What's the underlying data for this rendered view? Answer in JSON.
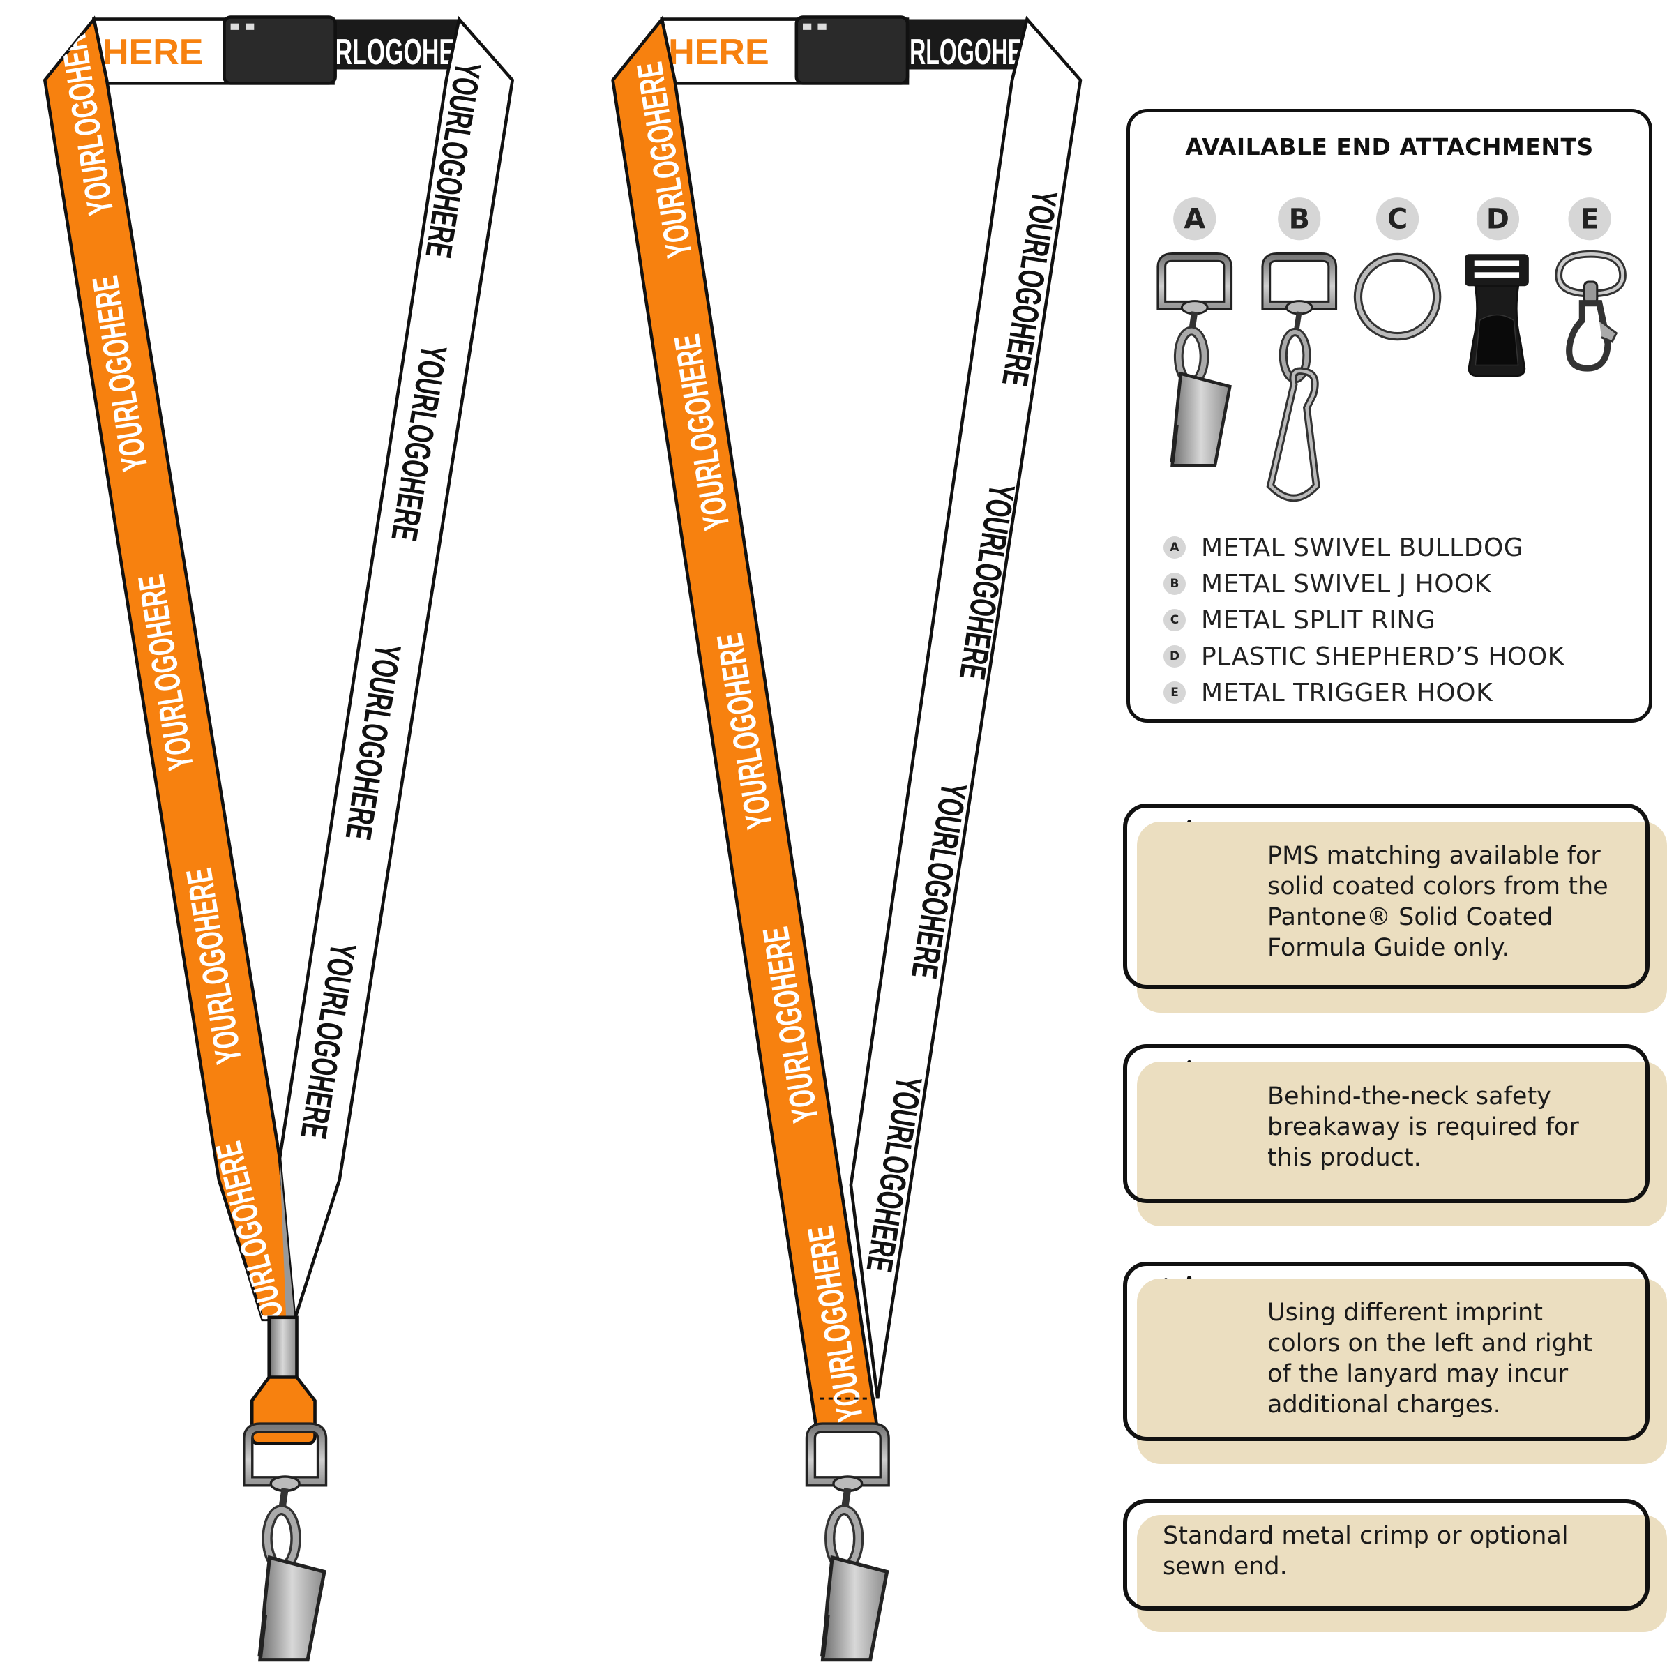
{
  "colors": {
    "orange": "#f7810f",
    "black": "#111111",
    "beige": "#ebdec0",
    "warning_yellow": "#f9b21b",
    "metal": "#9a9a9a"
  },
  "lanyards": [
    {
      "imprint_text": "YOURLOGOHERE",
      "top_left_fragment": "HERE",
      "top_right_fragment": "RLOGOHE",
      "end": "metal-crimp",
      "attachment": "metal swivel bulldog"
    },
    {
      "imprint_text": "YOURLOGOHERE",
      "top_left_fragment": "HERE",
      "top_right_fragment": "RLOGOHE",
      "end": "sewn-end",
      "attachment": "metal swivel bulldog"
    }
  ],
  "attachments": {
    "title": "AVAILABLE END ATTACHMENTS",
    "items": [
      {
        "letter": "A",
        "label": "METAL SWIVEL BULLDOG",
        "icon": "bulldog-clip-icon"
      },
      {
        "letter": "B",
        "label": "METAL SWIVEL J HOOK",
        "icon": "j-hook-icon"
      },
      {
        "letter": "C",
        "label": "METAL SPLIT RING",
        "icon": "split-ring-icon"
      },
      {
        "letter": "D",
        "label": "PLASTIC SHEPHERD’S HOOK",
        "icon": "shepherd-hook-icon"
      },
      {
        "letter": "E",
        "label": "METAL TRIGGER HOOK",
        "icon": "trigger-hook-icon"
      }
    ]
  },
  "notes": [
    {
      "icon": "warning-icon",
      "lines": [
        "PMS matching available for",
        "solid coated colors from the",
        "Pantone® Solid Coated",
        "Formula Guide only."
      ]
    },
    {
      "icon": "warning-icon",
      "lines": [
        "Behind-the-neck safety",
        "breakaway is required for",
        "this product."
      ]
    },
    {
      "icon": "warning-icon",
      "lines": [
        "Using different imprint",
        "colors on the left and right",
        "of the lanyard may incur",
        "additional charges."
      ]
    },
    {
      "lines": [
        "Standard metal crimp or optional",
        "sewn end."
      ]
    }
  ]
}
